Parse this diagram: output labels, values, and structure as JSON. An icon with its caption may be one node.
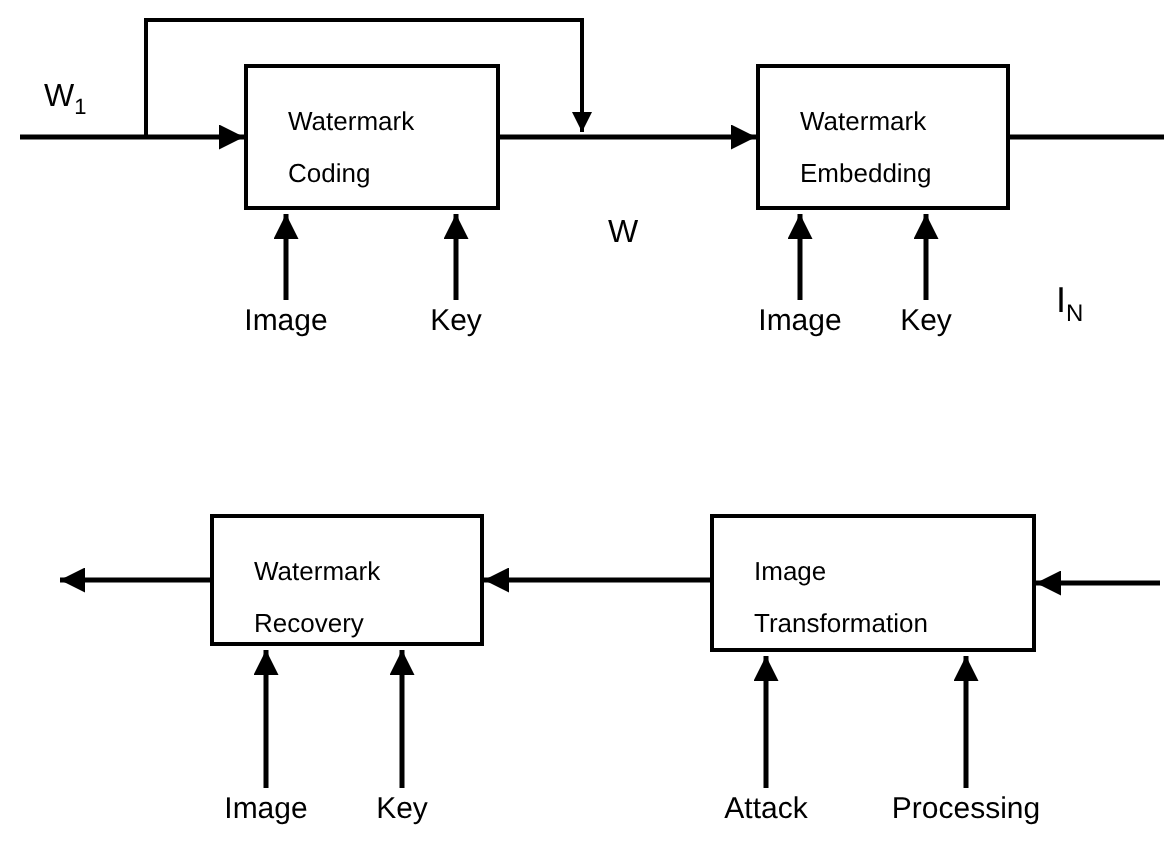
{
  "diagram": {
    "nodes": [
      {
        "text": [
          "Watermark Coding"
        ]
      },
      {
        "text": [
          "Image"
        ]
      },
      {
        "text": [
          "Key"
        ]
      },
      {
        "text": [
          "Watermark Embedding"
        ]
      },
      {
        "text": [
          "Image"
        ]
      },
      {
        "text": [
          "Key"
        ]
      },
      {
        "text": [
          "Watermark Recovery"
        ]
      },
      {
        "text": [
          "Image"
        ]
      },
      {
        "text": [
          "Key"
        ]
      },
      {
        "text": [
          "Image Transformation"
        ]
      },
      {
        "text": [
          "Attack"
        ]
      },
      {
        "text": [
          "Processing"
        ]
      }
    ],
    "edges": [
      {
        "from": null,
        "to": 0,
        "arrow": "to",
        "label": "W$_{1}$"
      },
      {
        "from": 0,
        "to": 3,
        "arrow": "to",
        "label": "W"
      },
      {
        "from": 3,
        "to": null,
        "arrow": "none"
      },
      {
        "from": 1,
        "to": 0,
        "arrow": "to"
      },
      {
        "from": 2,
        "to": 0,
        "arrow": "to"
      },
      {
        "from": 4,
        "to": 3,
        "arrow": "to"
      },
      {
        "from": 5,
        "to": 3,
        "arrow": "to"
      },
      {
        "from": null,
        "to": 9,
        "arrow": "to"
      },
      {
        "from": 9,
        "to": 6,
        "arrow": "to"
      },
      {
        "from": 6,
        "to": null,
        "arrow": "to"
      },
      {
        "from": 7,
        "to": 6,
        "arrow": "to"
      },
      {
        "from": 8,
        "to": 6,
        "arrow": "to"
      },
      {
        "from": 10,
        "to": 9,
        "arrow": "to"
      },
      {
        "from": 11,
        "to": 9,
        "arrow": "to"
      }
    ],
    "labels": [
      "I$_{N}$"
    ]
  }
}
